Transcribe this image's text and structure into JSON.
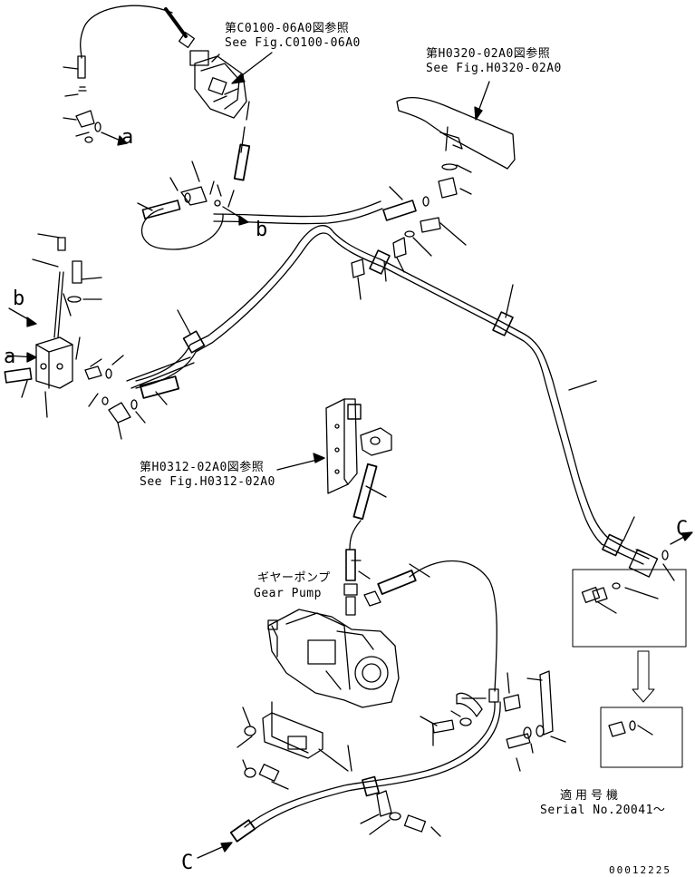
{
  "refs": {
    "c0100_jp": "第C0100-06A0図参照",
    "c0100_en": "See Fig.C0100-06A0",
    "h0320_jp": "第H0320-02A0図参照",
    "h0320_en": "See Fig.H0320-02A0",
    "h0312_jp": "第H0312-02A0図参照",
    "h0312_en": "See Fig.H0312-02A0"
  },
  "pump": {
    "jp": "ギヤーポンプ",
    "en": "Gear Pump"
  },
  "serial": {
    "jp": "適用号機",
    "en": "Serial No.20041〜"
  },
  "markers": {
    "a": "a",
    "b": "b",
    "c": "C"
  },
  "drawing_number": "00012225"
}
